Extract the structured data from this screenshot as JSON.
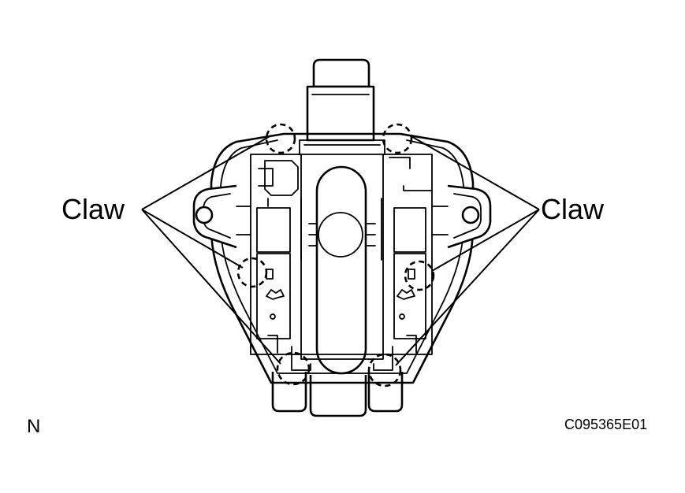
{
  "figure": {
    "labels": {
      "claw_left": "Claw",
      "claw_right": "Claw",
      "corner": "N",
      "figure_code": "C095365E01"
    },
    "claws": [
      {
        "id": "top-left"
      },
      {
        "id": "top-right"
      },
      {
        "id": "middle-left"
      },
      {
        "id": "middle-right"
      },
      {
        "id": "bottom-left"
      },
      {
        "id": "bottom-right"
      }
    ],
    "colors": {
      "line": "#000000",
      "background": "#ffffff"
    }
  }
}
